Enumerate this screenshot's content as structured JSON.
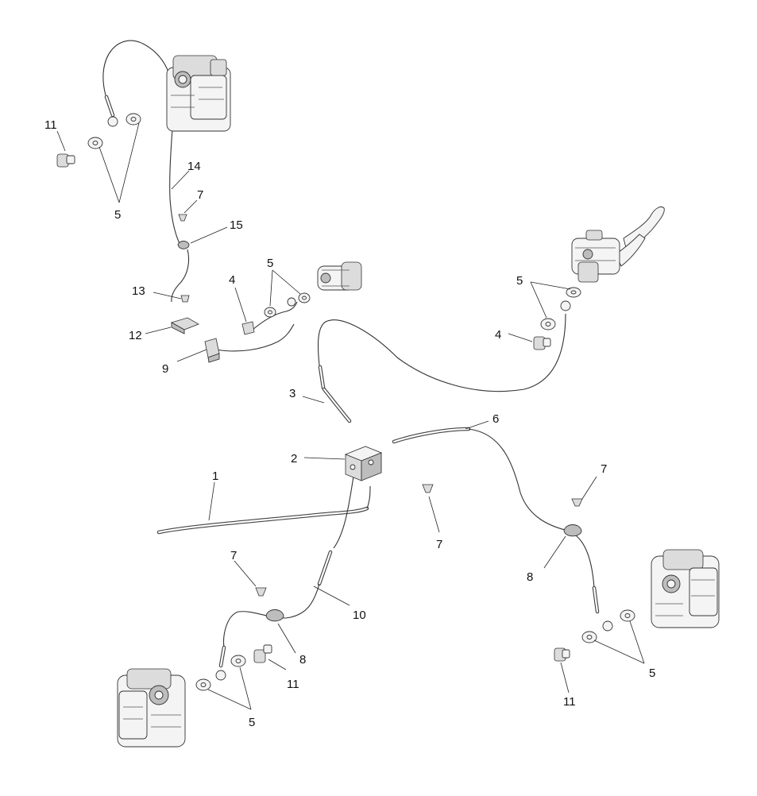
{
  "callouts": [
    {
      "id": "c11a",
      "label": "11"
    },
    {
      "id": "c14",
      "label": "14"
    },
    {
      "id": "c5a",
      "label": "5"
    },
    {
      "id": "c7a",
      "label": "7"
    },
    {
      "id": "c15",
      "label": "15"
    },
    {
      "id": "c13",
      "label": "13"
    },
    {
      "id": "c12",
      "label": "12"
    },
    {
      "id": "c4a",
      "label": "4"
    },
    {
      "id": "c5b",
      "label": "5"
    },
    {
      "id": "c9",
      "label": "9"
    },
    {
      "id": "c5c",
      "label": "5"
    },
    {
      "id": "c4b",
      "label": "4"
    },
    {
      "id": "c3",
      "label": "3"
    },
    {
      "id": "c6",
      "label": "6"
    },
    {
      "id": "c2",
      "label": "2"
    },
    {
      "id": "c1",
      "label": "1"
    },
    {
      "id": "c7b",
      "label": "7"
    },
    {
      "id": "c7c",
      "label": "7"
    },
    {
      "id": "c8a",
      "label": "8"
    },
    {
      "id": "c7d",
      "label": "7"
    },
    {
      "id": "c10",
      "label": "10"
    },
    {
      "id": "c8b",
      "label": "8"
    },
    {
      "id": "c11b",
      "label": "11"
    },
    {
      "id": "c5d",
      "label": "5"
    },
    {
      "id": "c11c",
      "label": "11"
    },
    {
      "id": "c5e",
      "label": "5"
    }
  ]
}
